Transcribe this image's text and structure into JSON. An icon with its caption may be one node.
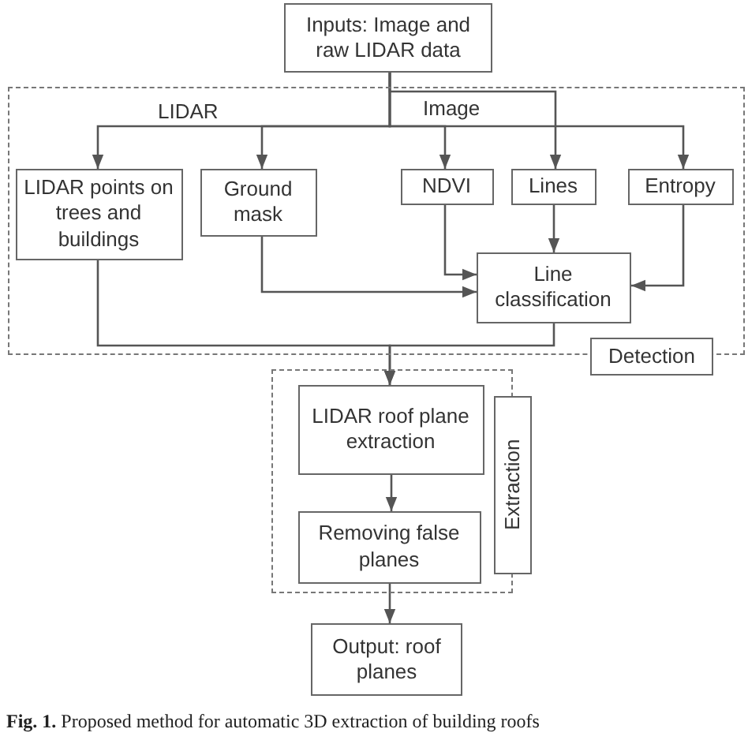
{
  "diagram": {
    "caption": "**Fig. 1.** Proposed method for automatic 3D extraction of building roofs",
    "nodes": [
      {
        "text": [
          "Inputs: Image and raw LIDAR data"
        ]
      },
      {
        "text": [],
        "shape": "box"
      },
      {
        "text": [
          "Detection"
        ]
      },
      {
        "text": [
          "LIDAR points on trees and buildings"
        ],
        "in": 1
      },
      {
        "text": [
          "Ground mask"
        ],
        "in": 1
      },
      {
        "text": [
          "NDVI"
        ],
        "in": 1
      },
      {
        "text": [
          "Lines"
        ],
        "in": 1
      },
      {
        "text": [
          "Entropy"
        ],
        "in": 1
      },
      {
        "text": [
          "Line classification"
        ],
        "in": 1
      },
      {
        "text": [],
        "shape": "box"
      },
      {
        "text": [
          "Extraction"
        ]
      },
      {
        "text": [
          "LIDAR roof plane extraction"
        ],
        "in": 9
      },
      {
        "text": [
          "Removing false planes"
        ],
        "in": 9
      },
      {
        "text": [
          "Output: roof planes"
        ]
      }
    ],
    "edges": [
      {
        "from": 0,
        "to": 3,
        "arrow": "to"
      },
      {
        "from": 0,
        "to": 4,
        "arrow": "to"
      },
      {
        "from": 0,
        "to": 5,
        "arrow": "to"
      },
      {
        "from": 0,
        "to": 6,
        "arrow": "to"
      },
      {
        "from": 0,
        "to": 7,
        "arrow": "to"
      },
      {
        "from": 4,
        "to": 8,
        "arrow": "to"
      },
      {
        "from": 5,
        "to": 8,
        "arrow": "to"
      },
      {
        "from": 6,
        "to": 8,
        "arrow": "to"
      },
      {
        "from": 7,
        "to": 8,
        "arrow": "to"
      },
      {
        "from": 3,
        "to": 11,
        "arrow": "to"
      },
      {
        "from": 8,
        "to": 11,
        "arrow": "to"
      },
      {
        "from": 11,
        "to": 12,
        "arrow": "to"
      },
      {
        "from": 12,
        "to": 13,
        "arrow": "to"
      }
    ],
    "labels": [
      "LIDAR",
      "Image"
    ]
  }
}
